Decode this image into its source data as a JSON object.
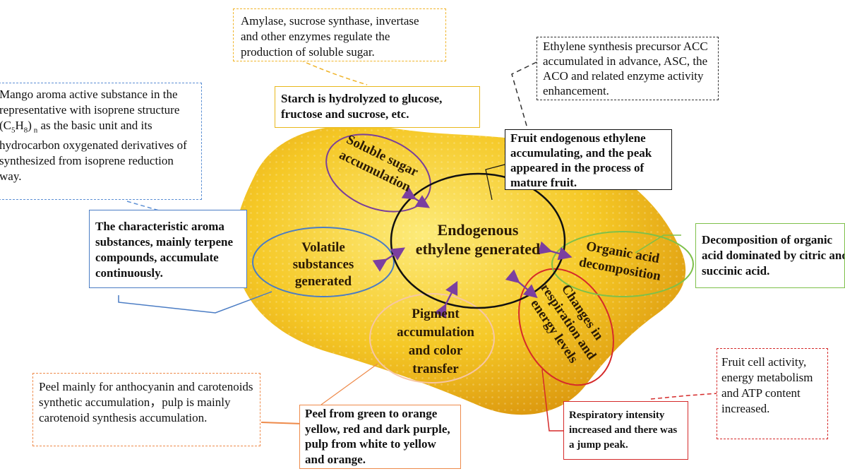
{
  "boxes": {
    "enzymes": "Amylase, sucrose synthase, invertase and other enzymes regulate the production of soluble sugar.",
    "starch": "Starch is hydrolyzed to glucose, fructose and sucrose, etc.",
    "ethylene_precursor": "Ethylene synthesis precursor ACC accumulated in advance, ASC, the ACO and related enzyme activity enhancement.",
    "fruit_ethylene": "Fruit endogenous ethylene accumulating, and the peak appeared in the process of mature fruit.",
    "aroma_part1": "Mango aroma active substance in the representative with isoprene structure (C",
    "aroma_sub1": "5",
    "aroma_part2": "H",
    "aroma_sub2": "8",
    "aroma_part3": ")",
    "aroma_sub3": " n",
    "aroma_part4": " as the basic unit and its hydrocarbon oxygenated derivatives of synthesized from isoprene reduction way.",
    "terpene": "The characteristic aroma substances, mainly terpene compounds, accumulate continuously.",
    "organic_acid_box": "Decomposition of organic acid dominated by citric and succinic acid.",
    "peel_pigment": "Peel mainly for anthocyanin and carotenoids synthetic accumulation，pulp is mainly carotenoid synthesis accumulation.",
    "peel_color": "Peel from green to orange yellow, red and dark purple, pulp from white to yellow and orange.",
    "respiratory": "Respiratory intensity increased and there was a jump peak.",
    "cell_activity": "Fruit cell activity, energy metabolism and ATP content increased."
  },
  "center": {
    "line1": "Endogenous",
    "line2": "ethylene generated"
  },
  "ring": {
    "sugar": "Soluble sugar accumulation",
    "volatile": "Volatile substances generated",
    "pigment": "Pigment accumulation and color transfer",
    "respiration": "Changes in respiration and energy levels",
    "acid": "Organic acid decomposition"
  },
  "colors": {
    "mango_light": "#fbe36a",
    "mango_mid": "#f2c21e",
    "mango_dark": "#d9930c",
    "arrow": "#7b3fa0",
    "sugar_ring": "#7a3f9a",
    "volatile_ring": "#4a7cc4",
    "pigment_ring": "#f6c6a6",
    "respiration_ring": "#d52a2a",
    "acid_ring": "#7ec04a"
  }
}
